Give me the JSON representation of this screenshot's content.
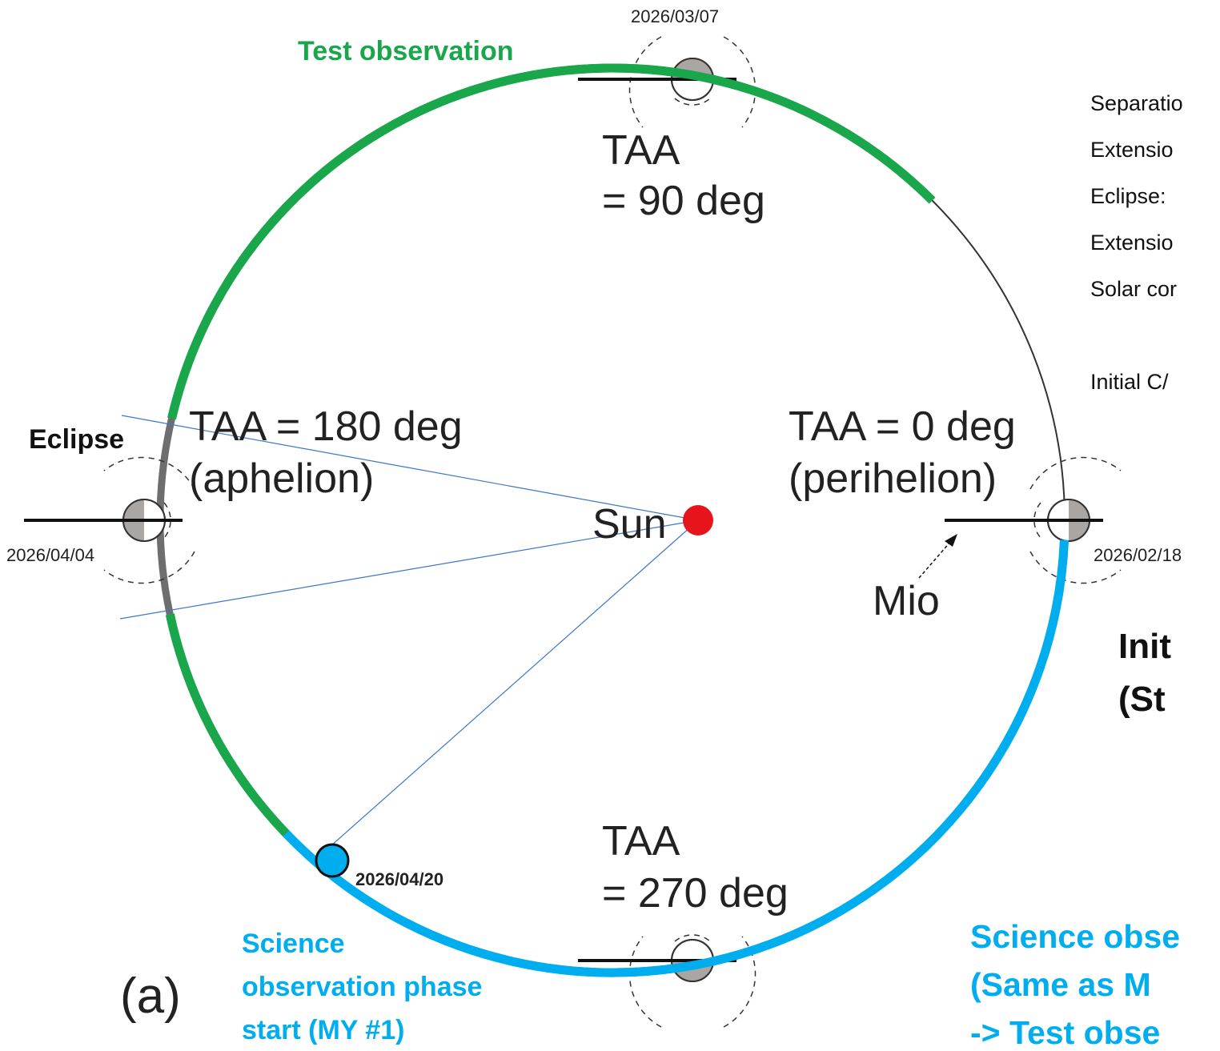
{
  "phases": {
    "test": {
      "label": "Test observation",
      "color": "#1aa64a"
    },
    "eclipse": {
      "label": "Eclipse",
      "color": "#6e6e6e"
    },
    "science": {
      "label": "Science observation phase start (MY #1)",
      "lines": [
        "Science",
        "observation phase",
        "start (MY #1)"
      ],
      "color": "#00aeef"
    }
  },
  "points": {
    "taa0": {
      "lines": [
        "TAA = 0 deg",
        "(perihelion)"
      ],
      "date": "2026/02/18"
    },
    "taa90": {
      "lines": [
        "TAA",
        "= 90 deg"
      ],
      "date": "2026/03/07"
    },
    "taa180": {
      "lines": [
        "TAA = 180 deg",
        "(aphelion)"
      ],
      "date": "2026/04/04"
    },
    "taa270": {
      "lines": [
        "TAA",
        "= 270 deg"
      ]
    },
    "science_start": {
      "date": "2026/04/20"
    }
  },
  "sun": {
    "label": "Sun",
    "color": "#e8141c"
  },
  "mio": {
    "label": "Mio"
  },
  "panel_label": "(a)",
  "right_notes": [
    "Separatio",
    "Extensio",
    "Eclipse:",
    "Extensio",
    "Solar cor",
    "",
    "Initial C/"
  ],
  "right_bold": [
    "Init",
    "(St"
  ],
  "science_phase": {
    "lines": [
      "Science obse",
      "(Same as M",
      "-> Test obse"
    ],
    "color": "#00aeef"
  }
}
